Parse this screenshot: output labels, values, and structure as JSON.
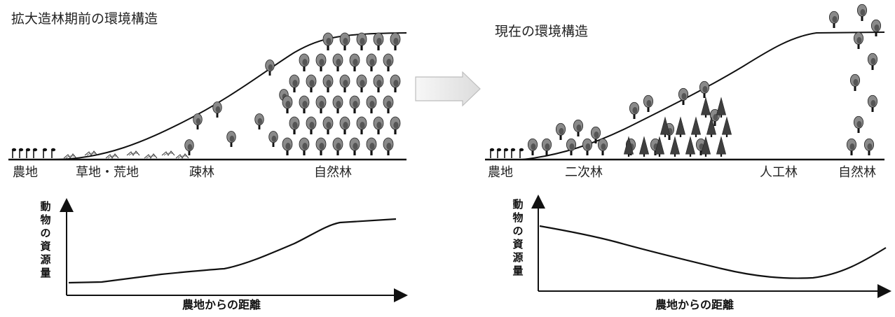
{
  "left_panel": {
    "title": "拡大造林期前の環境構造",
    "zones": [
      "農地",
      "草地・荒地",
      "疎林",
      "自然林"
    ],
    "y_label": "動物の資源量",
    "x_label": "農地からの距離"
  },
  "right_panel": {
    "title": "現在の環境構造",
    "zones": [
      "農地",
      "二次林",
      "人工林",
      "自然林"
    ],
    "y_label": "動物の資源量",
    "x_label": "農地からの距離"
  },
  "transition_arrow": {
    "direction": "right"
  },
  "colors": {
    "line": "#111111",
    "tree_crown": "#8a8a8a",
    "tree_inner": "#555555",
    "conifer": "#3f3f3f",
    "arrow_fill": "#eeeeee"
  }
}
